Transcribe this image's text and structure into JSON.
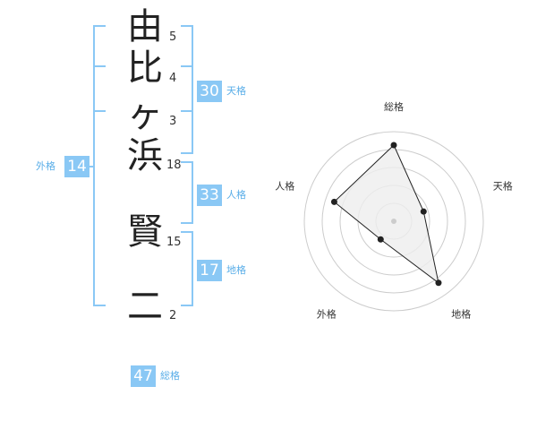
{
  "name_chars": [
    "由",
    "比",
    "ヶ",
    "浜",
    "賢",
    "二"
  ],
  "strokes": [
    "5",
    "4",
    "3",
    "18",
    "15",
    "2"
  ],
  "grades": {
    "tenkaku": {
      "value": "30",
      "label": "天格"
    },
    "jinkaku": {
      "value": "33",
      "label": "人格"
    },
    "chikaku": {
      "value": "17",
      "label": "地格"
    },
    "gaikaku": {
      "value": "14",
      "label": "外格"
    },
    "soukaku": {
      "value": "47",
      "label": "総格"
    }
  },
  "radar": {
    "axes": [
      "総格",
      "天格",
      "地格",
      "外格",
      "人格"
    ],
    "values": [
      0.85,
      0.35,
      0.85,
      0.25,
      0.7
    ],
    "fill": "#eeeeee",
    "line": "#222222",
    "grid": "#cccccc"
  },
  "accent": "#8ac8f5"
}
